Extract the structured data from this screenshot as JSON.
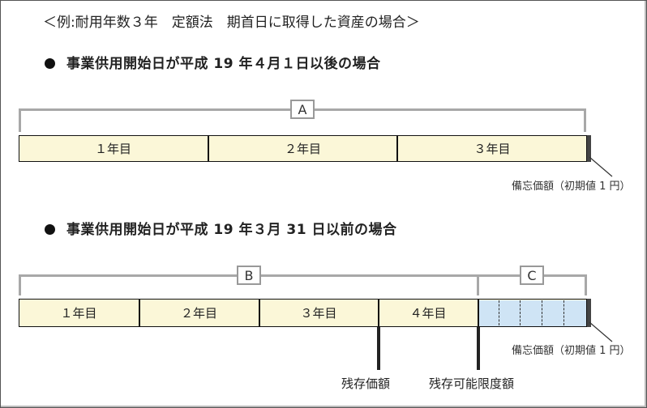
{
  "title": "＜例:耐用年数３年　定額法　期首日に取得した資産の場合＞",
  "section1": {
    "heading": "事業供用開始日が平成 19 年４月１日以後の場合",
    "bracket_label": "A",
    "cells": [
      "１年目",
      "２年目",
      "３年目"
    ],
    "memo": "備忘価額（初期値 1 円）"
  },
  "section2": {
    "heading": "事業供用開始日が平成 19 年３月 31 日以前の場合",
    "bracket_b_label": "B",
    "bracket_c_label": "C",
    "cells": [
      "１年目",
      "２年目",
      "３年目",
      "４年目"
    ],
    "memo": "備忘価額（初期値 1 円）",
    "label_residual": "残存価額",
    "label_limit": "残存可能限度額"
  },
  "colors": {
    "bar_fill": "#fbf7d8",
    "c_region_fill": "#cfe4f5",
    "bracket": "#a8a8a8",
    "outline": "#111111"
  }
}
